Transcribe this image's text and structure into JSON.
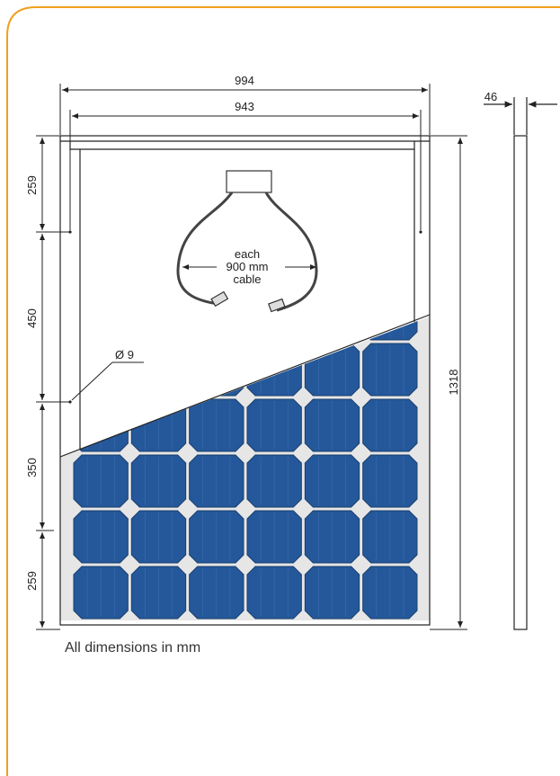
{
  "dimensions": {
    "overall_width": "994",
    "inner_width": "943",
    "frame_depth": "46",
    "overall_height": "1318",
    "seg_top": "259",
    "seg_upper_mid": "450",
    "seg_lower_mid": "350",
    "seg_bottom": "259",
    "hole_diameter": "Ø 9"
  },
  "cable_note": [
    "each",
    "900 mm",
    "cable"
  ],
  "caption": "All dimensions in mm",
  "colors": {
    "frame_border": "#f0a020",
    "cell_blue": "#24589a",
    "cell_dark": "#1a3f6e",
    "line": "#222222"
  }
}
